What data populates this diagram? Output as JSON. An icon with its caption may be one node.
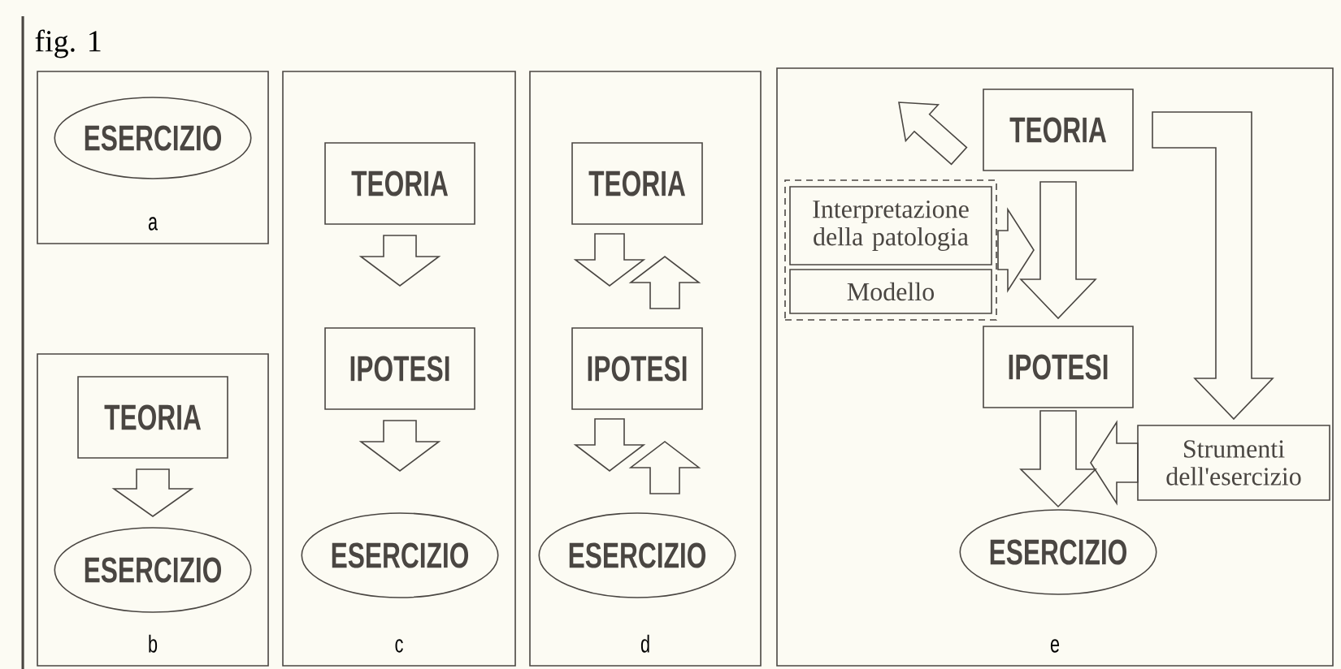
{
  "diagram": {
    "title": "fig. 1",
    "nodes": [
      {
        "text": [
          "a"
        ]
      },
      {
        "text": [
          "ESERCIZIO"
        ],
        "in": 0
      },
      {
        "text": [
          "b"
        ]
      },
      {
        "text": [
          "TEORIA"
        ],
        "in": 2
      },
      {
        "text": [
          "ESERCIZIO"
        ],
        "in": 2
      },
      {
        "text": [
          "c"
        ]
      },
      {
        "text": [
          "TEORIA"
        ],
        "in": 5
      },
      {
        "text": [
          "IPOTESI"
        ],
        "in": 5
      },
      {
        "text": [
          "ESERCIZIO"
        ],
        "in": 5
      },
      {
        "text": [
          "d"
        ]
      },
      {
        "text": [
          "TEORIA"
        ],
        "in": 9
      },
      {
        "text": [
          "IPOTESI"
        ],
        "in": 9
      },
      {
        "text": [
          "ESERCIZIO"
        ],
        "in": 9
      },
      {
        "text": [
          "e"
        ]
      },
      {
        "text": [
          "TEORIA"
        ],
        "in": 13
      },
      {
        "text": [],
        "shape": "box",
        "in": 13
      },
      {
        "text": [
          "Interpretazione della patologia"
        ],
        "in": 15
      },
      {
        "text": [
          "Modello"
        ],
        "in": 15
      },
      {
        "text": [
          "IPOTESI"
        ],
        "in": 13
      },
      {
        "text": [
          "Strumenti dell'esercizio"
        ],
        "in": 13
      },
      {
        "text": [
          "ESERCIZIO"
        ],
        "in": 13
      }
    ],
    "edges": [
      {
        "from": 3,
        "to": 4,
        "arrow": "to"
      },
      {
        "from": 6,
        "to": 7,
        "arrow": "to"
      },
      {
        "from": 7,
        "to": 8,
        "arrow": "to"
      },
      {
        "from": 10,
        "to": 11,
        "arrow": "to"
      },
      {
        "from": 11,
        "to": 10,
        "arrow": "to"
      },
      {
        "from": 11,
        "to": 12,
        "arrow": "to"
      },
      {
        "from": 12,
        "to": 11,
        "arrow": "to"
      },
      {
        "from": 14,
        "to": 18,
        "arrow": "to"
      },
      {
        "from": 15,
        "to": null,
        "arrow": "to"
      },
      {
        "from": 14,
        "to": 19,
        "arrow": "to"
      },
      {
        "from": 18,
        "to": 20,
        "arrow": "to"
      },
      {
        "from": 19,
        "to": 20,
        "arrow": "to"
      },
      {
        "from": 14,
        "to": null,
        "arrow": "to"
      }
    ]
  }
}
